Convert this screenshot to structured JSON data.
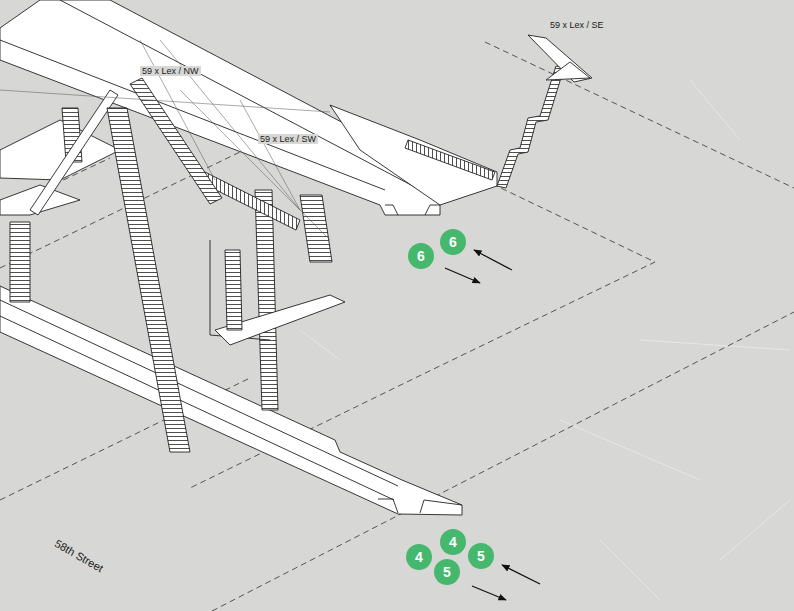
{
  "diagram": {
    "nodes": [
      {
        "text": [
          "6"
        ]
      },
      {
        "text": [
          "6"
        ]
      },
      {
        "text": [
          "4"
        ]
      },
      {
        "text": [
          "4"
        ]
      },
      {
        "text": [
          "5"
        ]
      },
      {
        "text": [
          "5"
        ]
      }
    ],
    "labels": [
      "59 x Lex / SE",
      "59 x Lex / NW",
      "59 x Lex / SW",
      "58th Street"
    ]
  }
}
